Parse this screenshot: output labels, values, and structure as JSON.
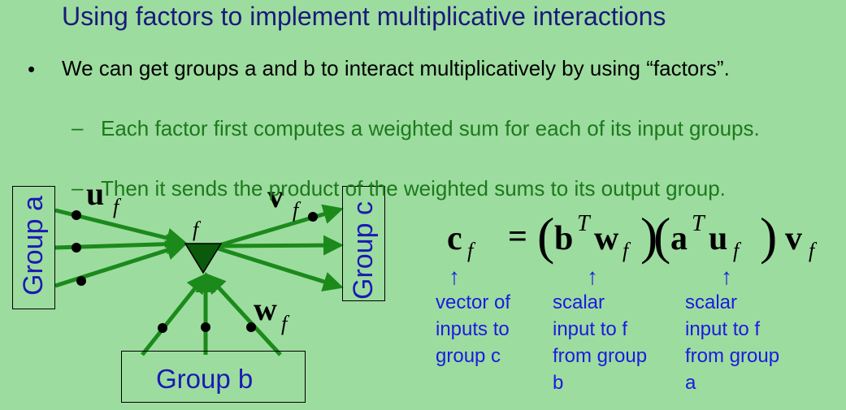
{
  "slide": {
    "title": "Using factors to implement multiplicative interactions",
    "bullet_marker": "•",
    "bullet": "We can get groups a and b to interact multiplicatively by using “factors”.",
    "sub_marker": "–",
    "subbullets": [
      "Each factor first computes a weighted sum for each of its input groups.",
      "Then it sends the product of the weighted sums to its output group."
    ]
  },
  "diagram": {
    "group_a": "Group a",
    "group_b": "Group b",
    "group_c": "Group c",
    "factor_label": "f",
    "u_label": "u",
    "v_label": "v",
    "w_label": "w",
    "sub_f": "f",
    "line_color": "#1b8a1b"
  },
  "equation": {
    "c": "c",
    "sub": "f",
    "equals": "=",
    "open_paren": "(",
    "close_paren": ")",
    "b": "b",
    "a": "a",
    "T": "T",
    "w": "w",
    "u": "u",
    "v": "v"
  },
  "annotations": {
    "arrow": "↑",
    "c_desc": [
      "vector of",
      "inputs to",
      "group c"
    ],
    "b_desc": [
      "scalar",
      "input to f",
      "from group",
      "b"
    ],
    "a_desc": [
      "scalar",
      "input to f",
      "from group",
      "a"
    ]
  }
}
